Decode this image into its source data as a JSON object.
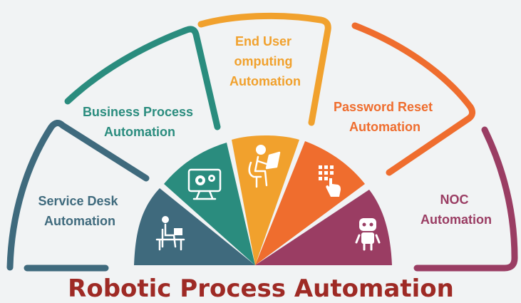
{
  "title": "Robotic Process Automation",
  "colors": {
    "background": "#f1f3f4",
    "title": "#9e2a25",
    "slate": "#3f6a7d",
    "teal": "#2a8c7e",
    "yellow": "#f1a12d",
    "orange": "#ef6d2e",
    "maroon": "#9a3d63"
  },
  "segments": [
    {
      "label_lines": [
        "Service Desk",
        "Automation"
      ],
      "color": "#3f6a7d",
      "icon": "computer-desk-icon"
    },
    {
      "label_lines": [
        "Business Process",
        "Automation"
      ],
      "color": "#2a8c7e",
      "icon": "monitor-gears-icon"
    },
    {
      "label_lines": [
        "End User",
        "omputing",
        "Automation"
      ],
      "color": "#f1a12d",
      "icon": "person-laptop-icon"
    },
    {
      "label_lines": [
        "Password Reset",
        "Automation"
      ],
      "color": "#ef6d2e",
      "icon": "keypad-touch-icon"
    },
    {
      "label_lines": [
        "NOC",
        "Automation"
      ],
      "color": "#9a3d63",
      "icon": "robot-icon"
    }
  ]
}
